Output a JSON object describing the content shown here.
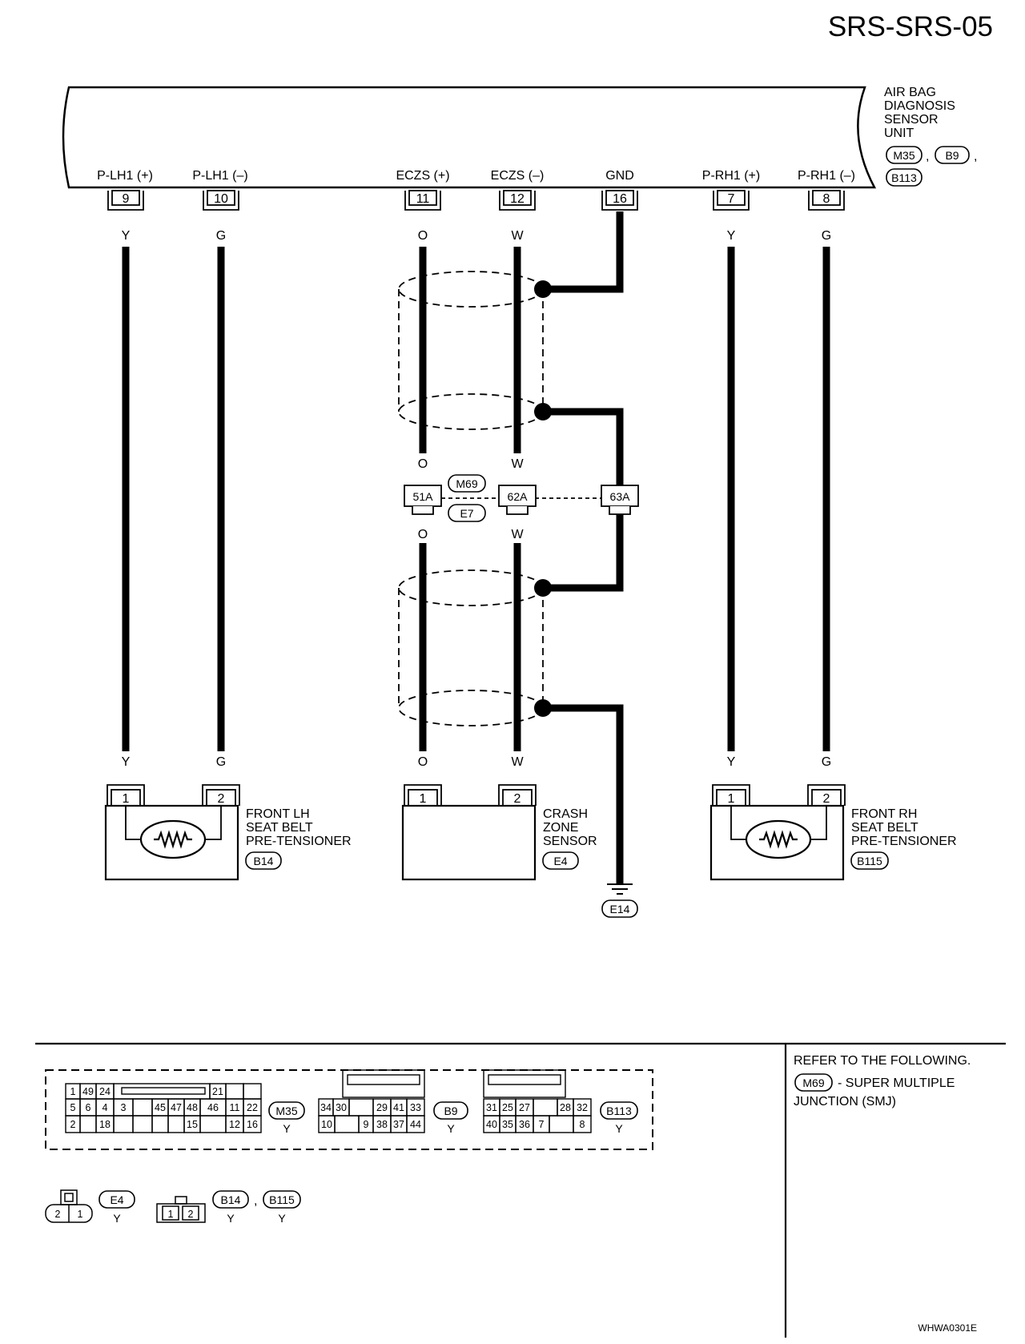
{
  "page_title": "SRS-SRS-05",
  "figure_code": "WHWA0301E",
  "unit": {
    "name_lines": [
      "AIR BAG",
      "DIAGNOSIS",
      "SENSOR",
      "UNIT"
    ],
    "connectors": [
      "M35",
      "B9",
      "B113"
    ],
    "separator": ","
  },
  "terminals": [
    {
      "label": "P-LH1 (+)",
      "pin": "9",
      "wire_top": "Y",
      "wire_bottom": "Y"
    },
    {
      "label": "P-LH1 (–)",
      "pin": "10",
      "wire_top": "G",
      "wire_bottom": "G"
    },
    {
      "label": "ECZS (+)",
      "pin": "11",
      "wire_top": "O",
      "wire_mid_upper": "O",
      "wire_mid_lower": "O",
      "wire_bottom": "O"
    },
    {
      "label": "ECZS (–)",
      "pin": "12",
      "wire_top": "W",
      "wire_mid_upper": "W",
      "wire_mid_lower": "W",
      "wire_bottom": "W"
    },
    {
      "label": "GND",
      "pin": "16"
    },
    {
      "label": "P-RH1 (+)",
      "pin": "7",
      "wire_top": "Y",
      "wire_bottom": "Y"
    },
    {
      "label": "P-RH1 (–)",
      "pin": "8",
      "wire_top": "G",
      "wire_bottom": "G"
    }
  ],
  "junction": {
    "connectors": [
      "M69",
      "E7"
    ],
    "pins": [
      "51A",
      "62A",
      "63A"
    ]
  },
  "components": [
    {
      "name_lines": [
        "FRONT LH",
        "SEAT BELT",
        "PRE-TENSIONER"
      ],
      "connector": "B14",
      "pins": [
        "1",
        "2"
      ]
    },
    {
      "name_lines": [
        "CRASH",
        "ZONE",
        "SENSOR"
      ],
      "connector": "E4",
      "pins": [
        "1",
        "2"
      ]
    },
    {
      "name_lines": [
        "FRONT RH",
        "SEAT BELT",
        "PRE-TENSIONER"
      ],
      "connector": "B115",
      "pins": [
        "1",
        "2"
      ]
    }
  ],
  "ground": {
    "connector": "E14"
  },
  "refer": {
    "heading": "REFER TO THE FOLLOWING.",
    "connector": "M69",
    "text_1": "- SUPER MULTIPLE",
    "text_2": "JUNCTION (SMJ)"
  },
  "connector_views": {
    "m35": {
      "name": "M35",
      "color": "Y",
      "row1": [
        "1",
        "49",
        "24",
        "",
        "",
        "",
        "",
        "",
        "21",
        ""
      ],
      "row2": [
        "5",
        "6",
        "4",
        "3",
        "",
        "45",
        "47",
        "48",
        "46",
        "11",
        "22"
      ],
      "row3": [
        "2",
        "",
        "18",
        "",
        "",
        "",
        "",
        "15",
        "",
        "12",
        "16"
      ]
    },
    "b9": {
      "name": "B9",
      "color": "Y",
      "row2": [
        "34",
        "30",
        "",
        "29",
        "41",
        "33"
      ],
      "row3": [
        "10",
        "",
        "9",
        "38",
        "37",
        "44"
      ]
    },
    "b113": {
      "name": "B113",
      "color": "Y",
      "row2": [
        "31",
        "25",
        "27",
        "",
        "28",
        "32"
      ],
      "row3": [
        "40",
        "35",
        "36",
        "7",
        "",
        "8"
      ]
    },
    "e4": {
      "name": "E4",
      "color": "Y",
      "pins": [
        "2",
        "1"
      ]
    },
    "b14": {
      "name": "B14",
      "color": "Y",
      "pins": [
        "1",
        "2"
      ]
    },
    "b115": {
      "name": "B115",
      "color": "Y"
    },
    "separator": ","
  }
}
